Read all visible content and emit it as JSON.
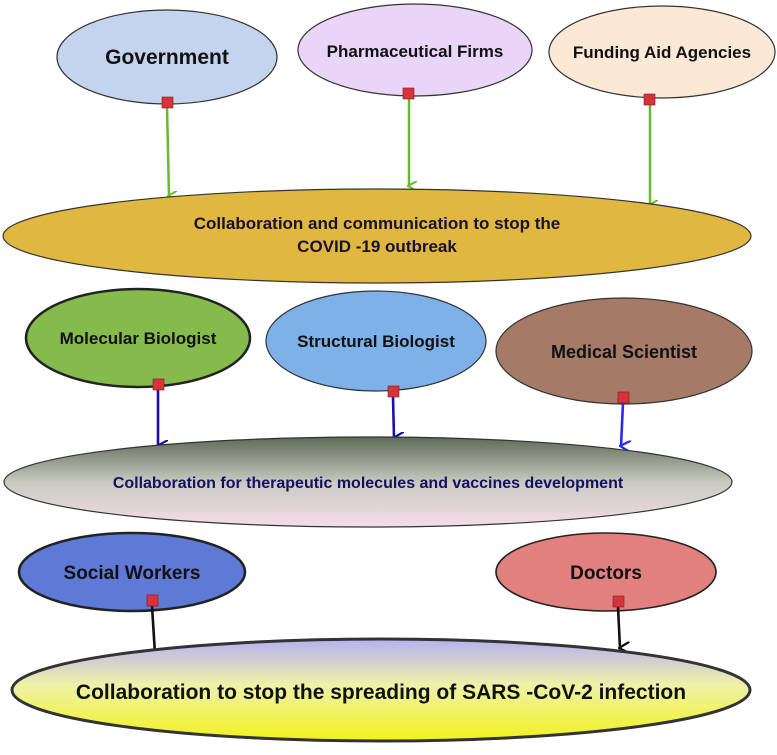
{
  "tier1": {
    "government": "Government",
    "pharma": "Pharmaceutical Firms",
    "funding": "Funding Aid Agencies",
    "collab_line1": "Collaboration and communication to stop the",
    "collab_line2": "COVID -19 outbreak"
  },
  "tier2": {
    "molecular": "Molecular Biologist",
    "structural": "Structural Biologist",
    "medical": "Medical Scientist",
    "collab": "Collaboration for therapeutic molecules and vaccines development"
  },
  "tier3": {
    "social": "Social Workers",
    "doctors": "Doctors",
    "collab": "Collaboration to stop the spreading of SARS -CoV-2 infection"
  },
  "colors": {
    "green_arrow": "#6ab82e",
    "blue_arrow": "#1a0fb0",
    "bright_blue_arrow": "#2a2af0",
    "black_arrow": "#111111",
    "connector": "#d8323a"
  }
}
